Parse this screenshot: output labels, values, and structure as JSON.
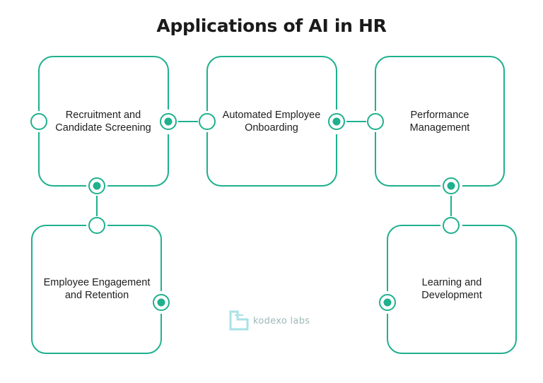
{
  "title": "Applications of AI in HR",
  "boxes": [
    {
      "id": "recruitment",
      "line1": "Recruitment and",
      "line2": "Candidate Screening"
    },
    {
      "id": "onboarding",
      "line1": "Automated Employee",
      "line2": "Onboarding"
    },
    {
      "id": "performance",
      "line1": "Performance",
      "line2": "Management"
    },
    {
      "id": "engagement",
      "line1": "Employee Engagement",
      "line2": "and Retention"
    },
    {
      "id": "learning",
      "line1": "Learning and",
      "line2": "Development"
    }
  ],
  "logo": {
    "text": "kodexo labs"
  },
  "colors": {
    "accent": "#1fb08e",
    "logo": "#a8e2e6",
    "text": "#1e1e1e"
  }
}
